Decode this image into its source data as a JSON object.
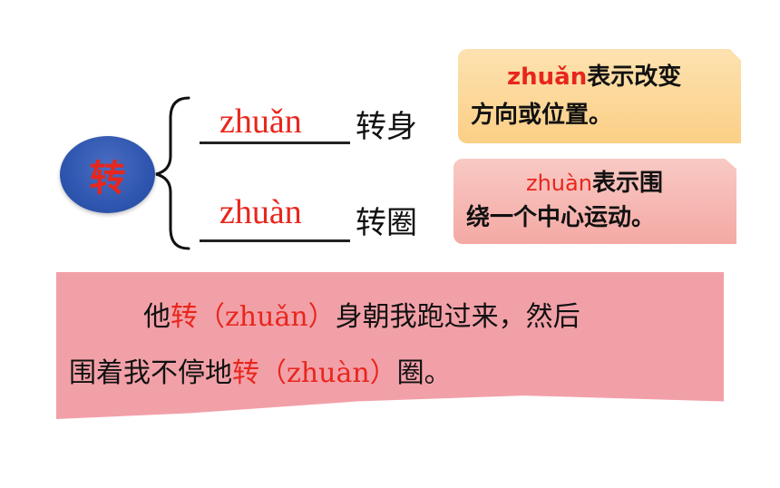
{
  "center_char": "转",
  "branches": [
    {
      "pinyin": "zhuǎn",
      "word": "转身"
    },
    {
      "pinyin": "zhuàn",
      "word": "转圈"
    }
  ],
  "notes": [
    {
      "pinyin": "zhuǎn",
      "line1_rest": "表示改变",
      "line2": "方向或位置。"
    },
    {
      "pinyin": "zhuàn",
      "line1_rest": "表示围",
      "line2": "绕一个中心运动。"
    }
  ],
  "sentence": {
    "l1_a": "他",
    "l1_char": "转",
    "l1_py": "（zhuǎn）",
    "l1_b": "身朝我跑过来，然后",
    "l2_a": "围着我不停地",
    "l2_char": "转",
    "l2_py": "（zhuàn）",
    "l2_b": "圈。"
  },
  "colors": {
    "accent_red": "#e8261c",
    "circle_blue": "#2f56b0",
    "card1": "#fbcf86",
    "card2": "#f4a9a4",
    "banner": "#f2a0a8"
  }
}
